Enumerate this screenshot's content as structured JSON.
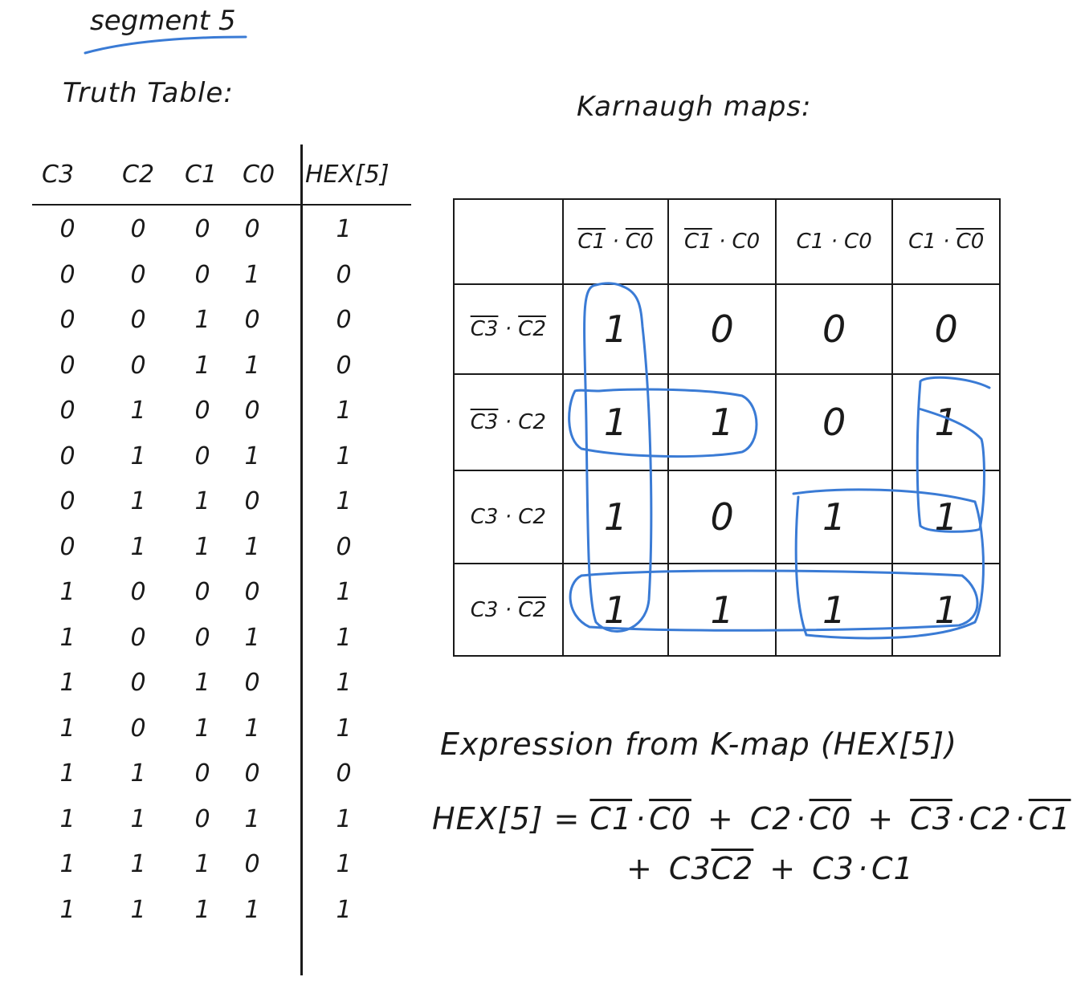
{
  "title": "segment 5",
  "truth_table": {
    "label": "Truth Table:",
    "headers": [
      "C3",
      "C2",
      "C1",
      "C0",
      "HEX[5]"
    ],
    "rows": [
      [
        "0",
        "0",
        "0",
        "0",
        "1"
      ],
      [
        "0",
        "0",
        "0",
        "1",
        "0"
      ],
      [
        "0",
        "0",
        "1",
        "0",
        "0"
      ],
      [
        "0",
        "0",
        "1",
        "1",
        "0"
      ],
      [
        "0",
        "1",
        "0",
        "0",
        "1"
      ],
      [
        "0",
        "1",
        "0",
        "1",
        "1"
      ],
      [
        "0",
        "1",
        "1",
        "0",
        "1"
      ],
      [
        "0",
        "1",
        "1",
        "1",
        "0"
      ],
      [
        "1",
        "0",
        "0",
        "0",
        "1"
      ],
      [
        "1",
        "0",
        "0",
        "1",
        "1"
      ],
      [
        "1",
        "0",
        "1",
        "0",
        "1"
      ],
      [
        "1",
        "0",
        "1",
        "1",
        "1"
      ],
      [
        "1",
        "1",
        "0",
        "0",
        "0"
      ],
      [
        "1",
        "1",
        "0",
        "1",
        "1"
      ],
      [
        "1",
        "1",
        "1",
        "0",
        "1"
      ],
      [
        "1",
        "1",
        "1",
        "1",
        "1"
      ]
    ]
  },
  "kmap": {
    "label": "Karnaugh maps:",
    "col_headers": [
      {
        "a": "C1",
        "a_bar": true,
        "b": "C0",
        "b_bar": true
      },
      {
        "a": "C1",
        "a_bar": true,
        "b": "C0",
        "b_bar": false
      },
      {
        "a": "C1",
        "a_bar": false,
        "b": "C0",
        "b_bar": false
      },
      {
        "a": "C1",
        "a_bar": false,
        "b": "C0",
        "b_bar": true
      }
    ],
    "row_headers": [
      {
        "a": "C3",
        "a_bar": true,
        "b": "C2",
        "b_bar": true
      },
      {
        "a": "C3",
        "a_bar": true,
        "b": "C2",
        "b_bar": false
      },
      {
        "a": "C3",
        "a_bar": false,
        "b": "C2",
        "b_bar": false
      },
      {
        "a": "C3",
        "a_bar": false,
        "b": "C2",
        "b_bar": true
      }
    ],
    "values": [
      [
        "1",
        "0",
        "0",
        "0"
      ],
      [
        "1",
        "1",
        "0",
        "1"
      ],
      [
        "1",
        "0",
        "1",
        "1"
      ],
      [
        "1",
        "1",
        "1",
        "1"
      ]
    ],
    "loop_color": "#3a7bd5"
  },
  "expression": {
    "title": "Expression from K-map (HEX[5])",
    "lhs": "HEX[5] =",
    "terms_line1": [
      {
        "parts": [
          {
            "t": "C1",
            "bar": true
          },
          {
            "t": "·",
            "bar": false
          },
          {
            "t": "C0",
            "bar": true
          }
        ]
      },
      {
        "parts": [
          {
            "t": "C2",
            "bar": false
          },
          {
            "t": "·",
            "bar": false
          },
          {
            "t": "C0",
            "bar": true
          }
        ]
      },
      {
        "parts": [
          {
            "t": "C3",
            "bar": true
          },
          {
            "t": "·",
            "bar": false
          },
          {
            "t": "C2",
            "bar": false
          },
          {
            "t": "·",
            "bar": false
          },
          {
            "t": "C1",
            "bar": true
          }
        ]
      }
    ],
    "terms_line2": [
      {
        "parts": [
          {
            "t": "C3",
            "bar": false
          },
          {
            "t": "C2",
            "bar": true
          }
        ]
      },
      {
        "parts": [
          {
            "t": "C3",
            "bar": false
          },
          {
            "t": "·",
            "bar": false
          },
          {
            "t": "C1",
            "bar": false
          }
        ]
      }
    ],
    "plus": "+"
  }
}
